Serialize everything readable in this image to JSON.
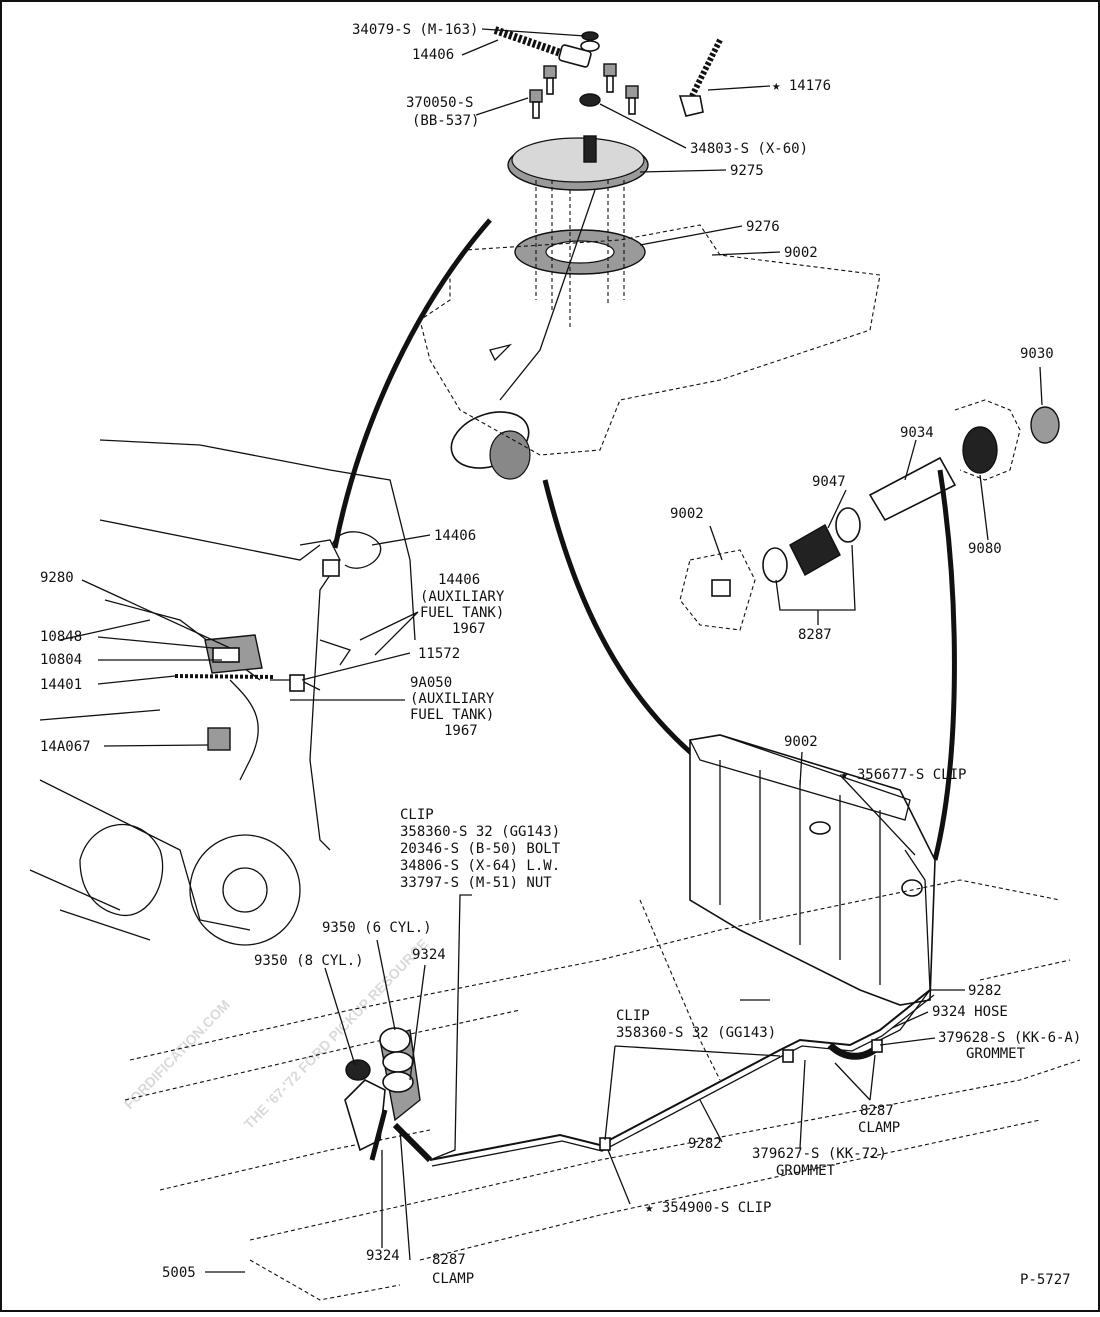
{
  "watermark": {
    "line1": "FORDIFICATION.COM",
    "line2": "THE '67-'72 FORD PICKUP RESOURCE"
  },
  "figure_id": "P-5727",
  "callouts": {
    "c1": "34079-S (M-163)",
    "c2": "14406",
    "c3": "★ 14176",
    "c4a": "370050-S",
    "c4b": "(BB-537)",
    "c5": "34803-S (X-60)",
    "c6": "9275",
    "c7": "9276",
    "c8": "9002",
    "c9": "9030",
    "c10": "9034",
    "c11": "9047",
    "c12": "9002",
    "c13": "9080",
    "c14": "8287",
    "c15": "14406",
    "c16": "9280",
    "c17a": "14406",
    "c17b": "(AUXILIARY",
    "c17c": "FUEL TANK)",
    "c17d": "1967",
    "c18": "10848",
    "c19": "10804",
    "c20": "11572",
    "c21": "14401",
    "c22a": "9A050",
    "c22b": "(AUXILIARY",
    "c22c": "FUEL TANK)",
    "c22d": "1967",
    "c23": "14A067",
    "c24": "9002",
    "c25": "★ 356677-S CLIP",
    "c26a": "CLIP",
    "c26b": "358360-S 32 (GG143)",
    "c26c": "20346-S (B-50) BOLT",
    "c26d": "34806-S (X-64) L.W.",
    "c26e": "33797-S (M-51) NUT",
    "c27": "9350 (6 CYL.)",
    "c28": "9350 (8 CYL.)",
    "c29": "9324",
    "c30": "9282",
    "c31": "9324 HOSE",
    "c32a": "379628-S (KK-6-A)",
    "c32b": "GROMMET",
    "c33a": "CLIP",
    "c33b": "358360-S 32 (GG143)",
    "c34a": "8287",
    "c34b": "CLAMP",
    "c35": "9282",
    "c36a": "379627-S (KK-72)",
    "c36b": "GROMMET",
    "c37": "★ 354900-S CLIP",
    "c38": "9324",
    "c39a": "8287",
    "c39b": "CLAMP",
    "c40": "5005"
  }
}
